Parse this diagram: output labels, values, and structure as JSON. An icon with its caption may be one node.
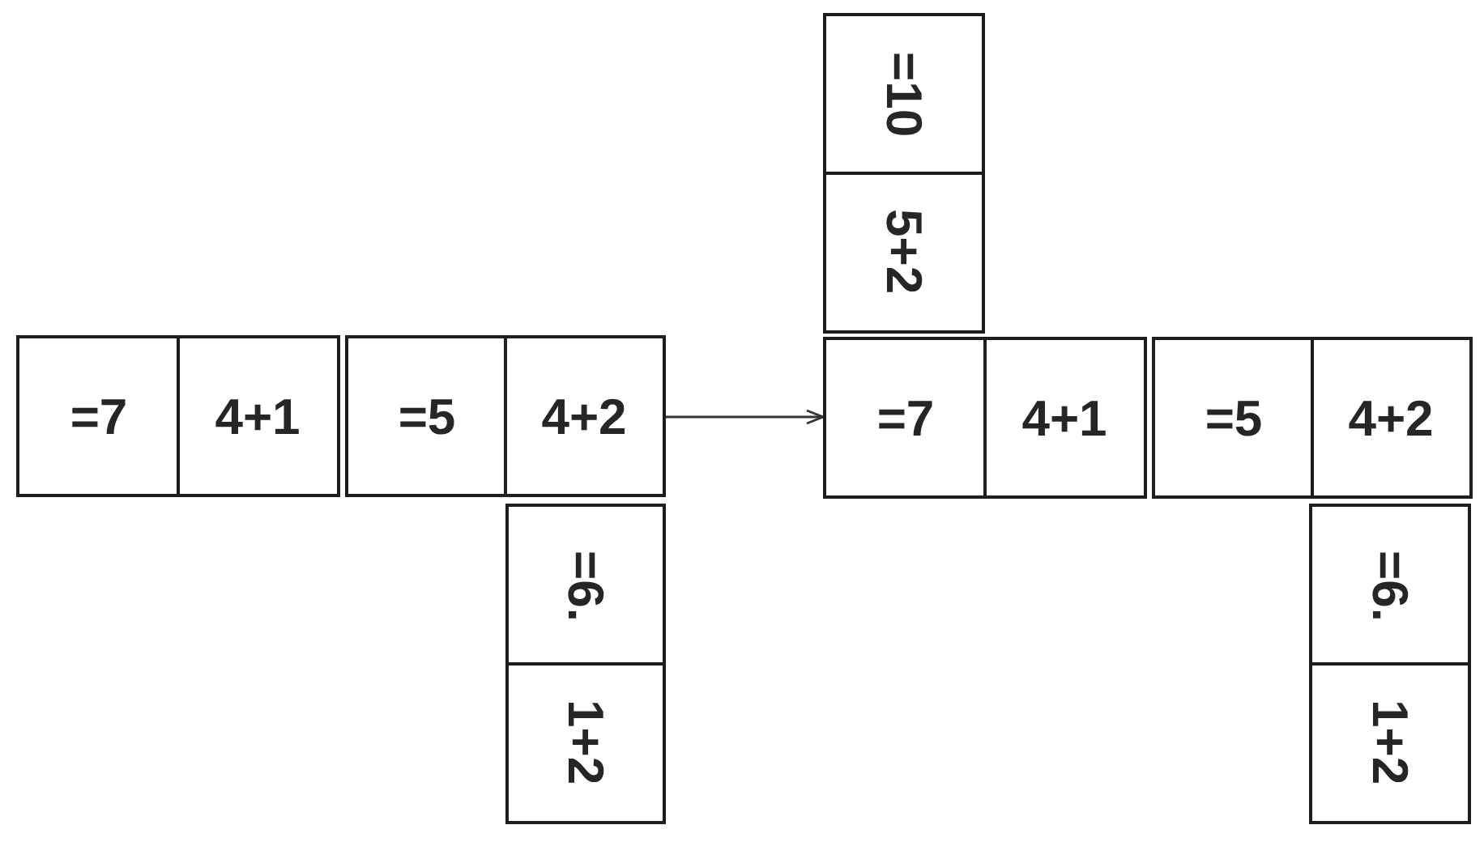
{
  "diagram": {
    "nodes": [
      {
        "text": [
          "=7",
          "4+1"
        ]
      },
      {
        "text": [
          "=5",
          "4+2"
        ]
      },
      {
        "text": [
          "=6.",
          "1+2"
        ]
      },
      {
        "text": [
          "=10",
          "5+2"
        ]
      },
      {
        "text": [
          "=7",
          "4+1"
        ]
      },
      {
        "text": [
          "=5",
          "4+2"
        ]
      },
      {
        "text": [
          "=6.",
          "1+2"
        ]
      }
    ],
    "edges": [
      {
        "from": 1,
        "to": 4,
        "arrow": "to"
      }
    ]
  }
}
